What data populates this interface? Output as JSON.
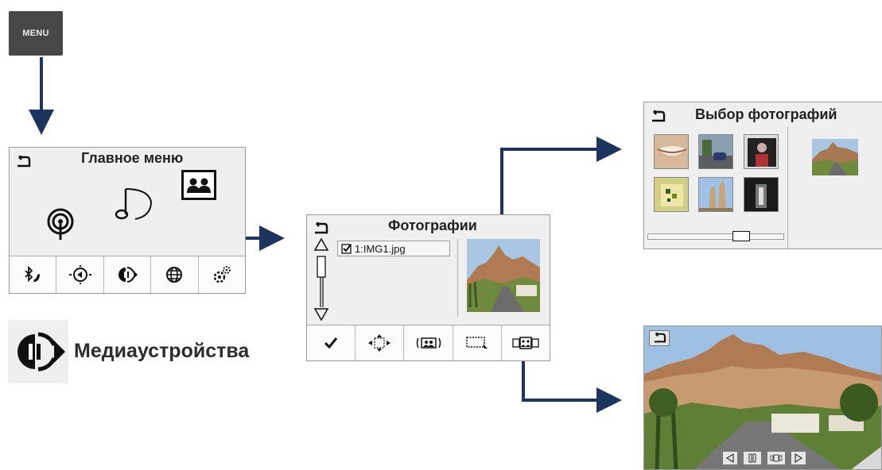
{
  "menu_button": {
    "label": "MENU"
  },
  "main_menu": {
    "title": "Главное меню",
    "icons": [
      "back-arrow-icon",
      "radio-antenna-icon",
      "music-note-icon",
      "photos-icon"
    ],
    "tabs": [
      "bluetooth-phone-icon",
      "navigation-icon",
      "media-icon",
      "internet-globe-icon",
      "settings-gears-icon"
    ]
  },
  "legend": {
    "icon": "media-play-pause-icon",
    "label": "Медиаустройства"
  },
  "photos_screen": {
    "title": "Фотографии",
    "file_item": "1:IMG1.jpg",
    "tabs": [
      "checkmark-icon",
      "move-arrows-icon",
      "rotate-photo-icon",
      "crop-select-icon",
      "photo-strip-icon"
    ]
  },
  "photo_select_screen": {
    "title": "Выбор фотографий",
    "thumbnails": [
      "teeth-photo",
      "car-street-photo",
      "person-photo",
      "yellow-art-photo",
      "temple-photo",
      "dark-interior-photo"
    ]
  },
  "slideshow_screen": {
    "controls": [
      "previous-icon",
      "pause-icon",
      "photo-strip-icon",
      "next-icon"
    ]
  },
  "colors": {
    "arrow": "#1d355e",
    "screen_bg": "#efefef",
    "menu_button": "#474747"
  }
}
